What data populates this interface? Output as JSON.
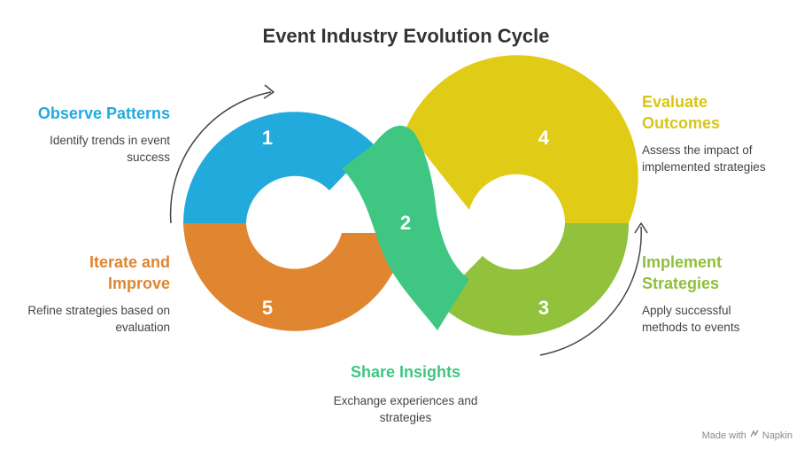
{
  "title": "Event Industry Evolution Cycle",
  "steps": [
    {
      "number": "1",
      "label": "Observe Patterns",
      "description": "Identify trends in event success",
      "color": "#22aadd"
    },
    {
      "number": "2",
      "label": "Share Insights",
      "description": "Exchange experiences and strategies",
      "color": "#3ec682"
    },
    {
      "number": "3",
      "label": "Implement Strategies",
      "description": "Apply successful methods to events",
      "color": "#92c13c"
    },
    {
      "number": "4",
      "label": "Evaluate Outcomes",
      "description": "Assess the impact of implemented strategies",
      "color": "#e0cc17"
    },
    {
      "number": "5",
      "label": "Iterate and Improve",
      "description": "Refine strategies based on evaluation",
      "color": "#e08530"
    }
  ],
  "footer": {
    "text": "Made with",
    "brand": "Napkin",
    "icon": "napkin-logo-icon"
  }
}
